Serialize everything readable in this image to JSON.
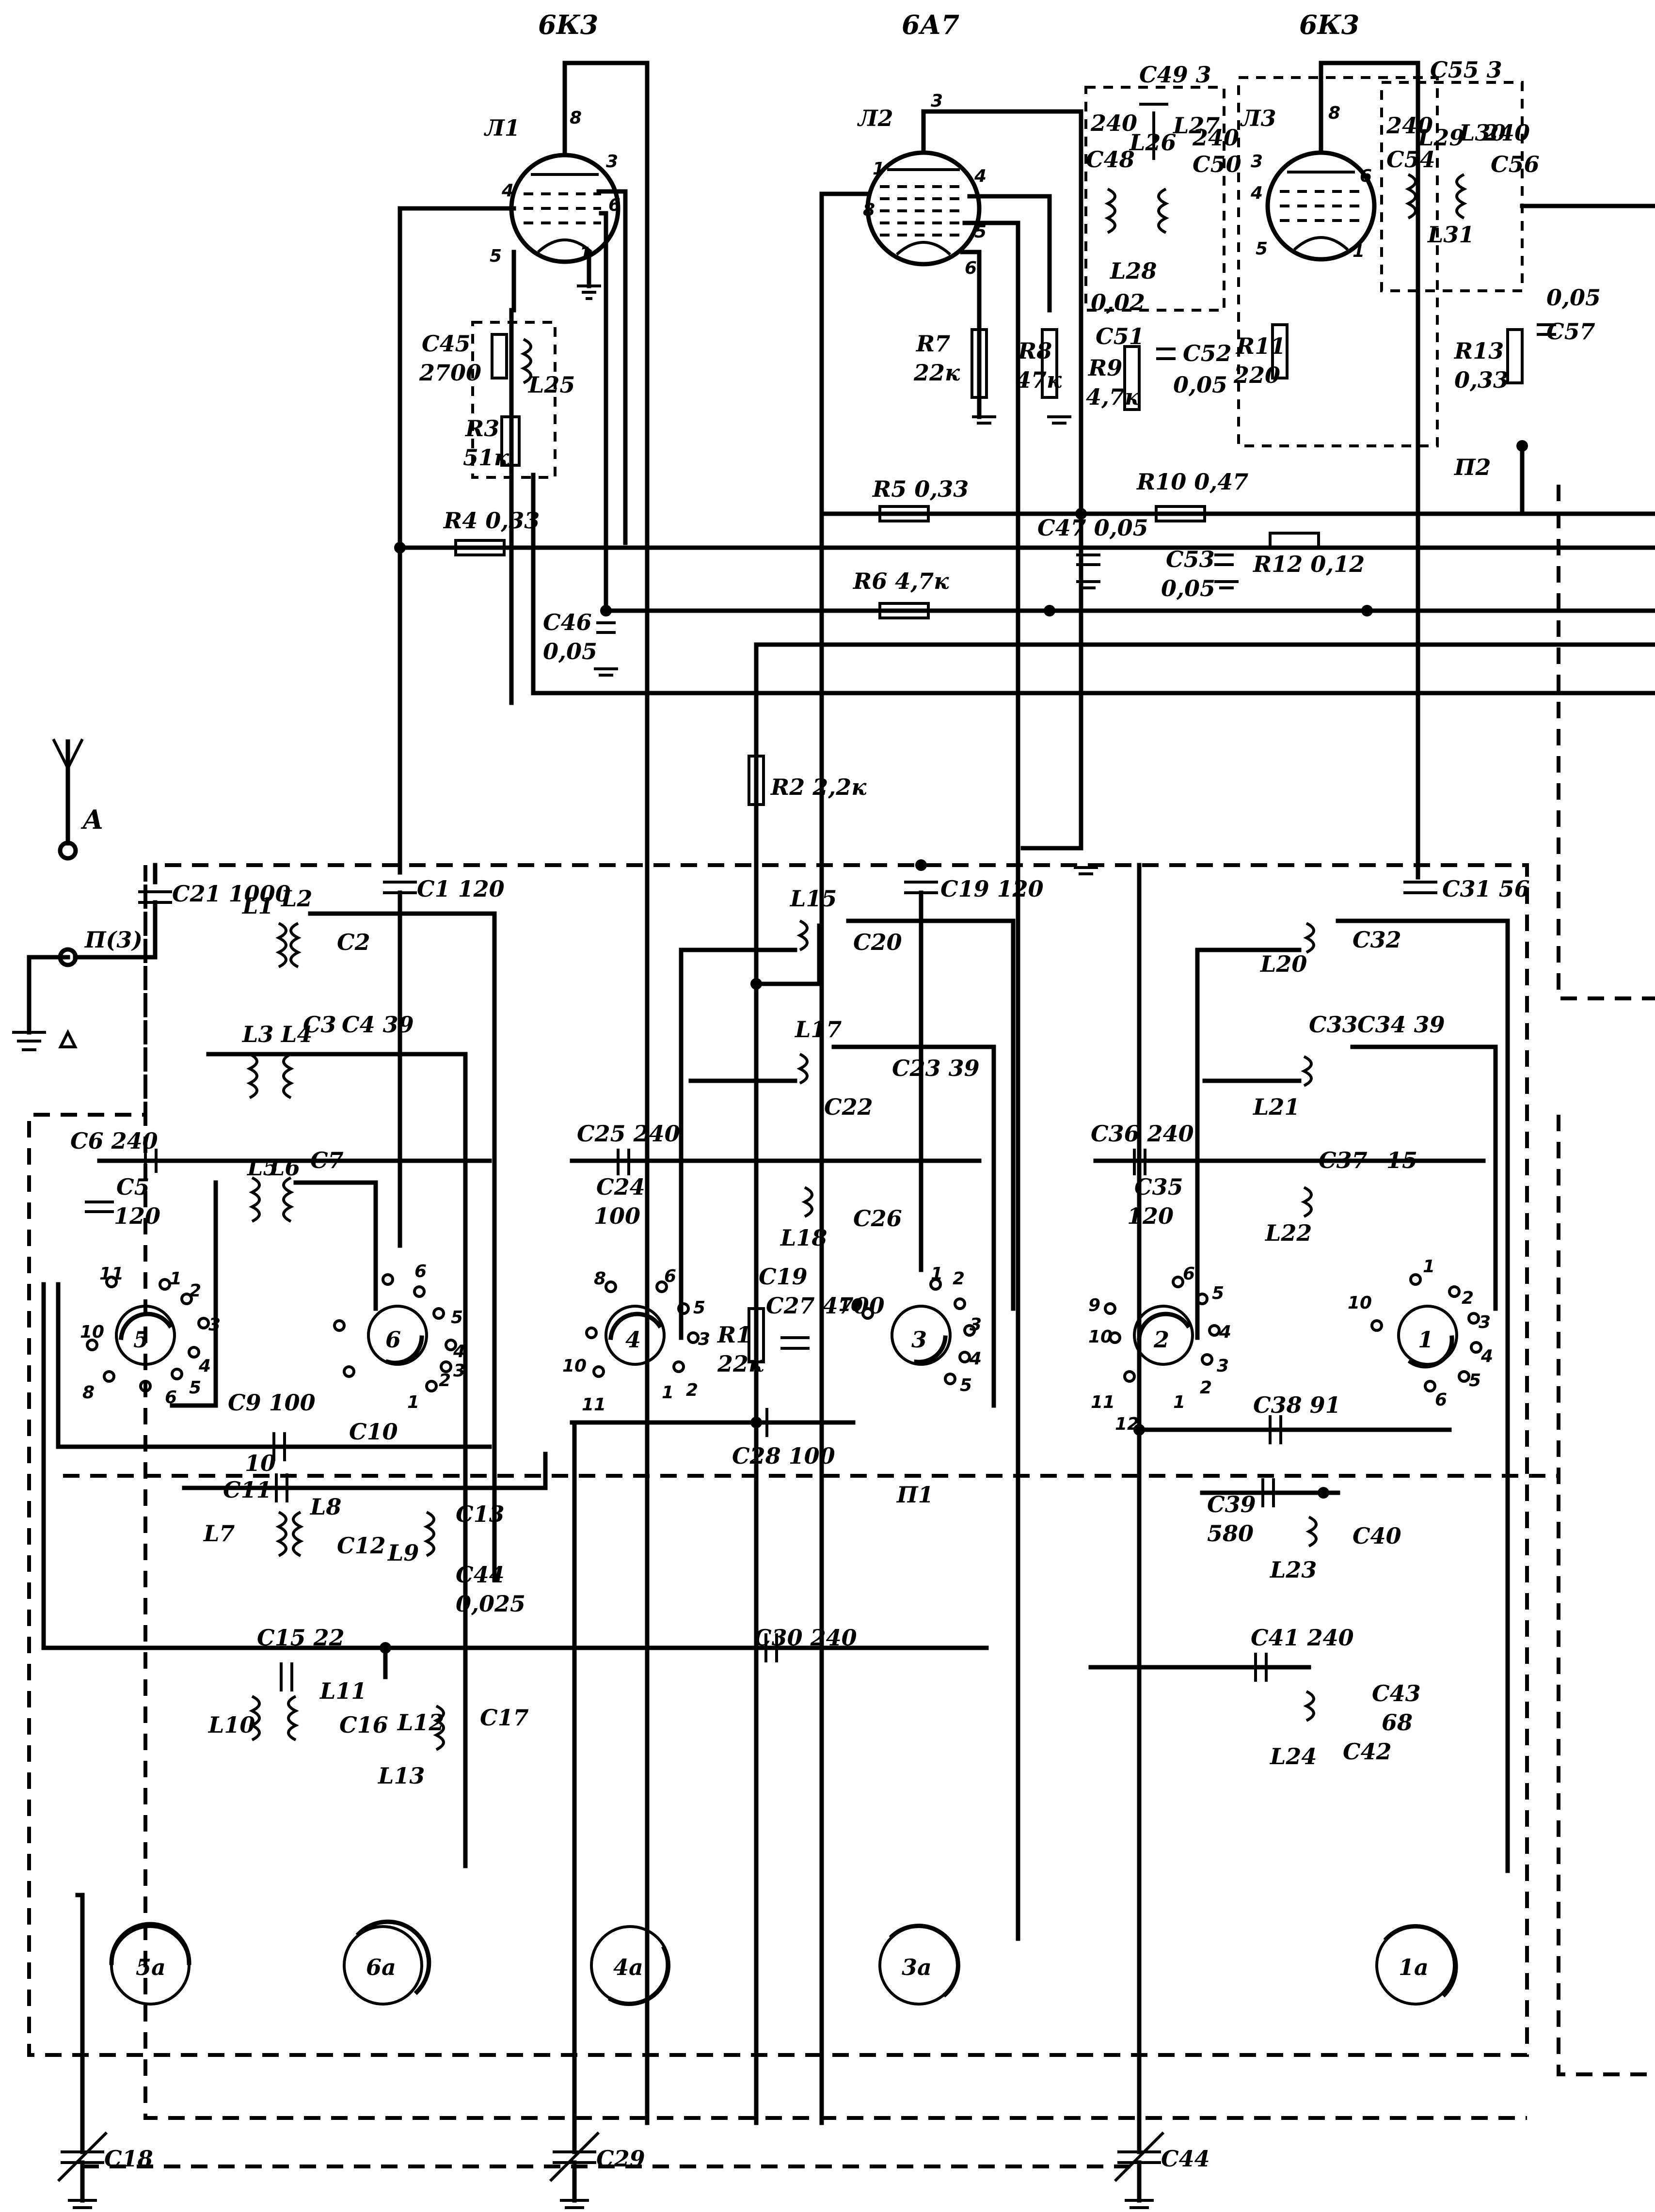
{
  "tubes": [
    {
      "ref": "Л1",
      "type": "6К3"
    },
    {
      "ref": "Л2",
      "type": "6А7"
    },
    {
      "ref": "Л3",
      "type": "6К3"
    }
  ],
  "connectors": {
    "antenna": "А",
    "ground_jack": "П(3)"
  },
  "switch_groups": [
    "П1",
    "П2"
  ],
  "components": [
    {
      "ref": "R1",
      "value": "22к"
    },
    {
      "ref": "R2",
      "value": "2,2к"
    },
    {
      "ref": "R3",
      "value": "51к"
    },
    {
      "ref": "R4",
      "value": "0,33"
    },
    {
      "ref": "R5",
      "value": "0,33"
    },
    {
      "ref": "R6",
      "value": "4,7к"
    },
    {
      "ref": "R7",
      "value": "22к"
    },
    {
      "ref": "R8",
      "value": "47к"
    },
    {
      "ref": "R9",
      "value": "4,7к"
    },
    {
      "ref": "R10",
      "value": "0,47"
    },
    {
      "ref": "R11",
      "value": "220"
    },
    {
      "ref": "R12",
      "value": "0,12"
    },
    {
      "ref": "R13",
      "value": "0,33"
    },
    {
      "ref": "C1",
      "value": "120"
    },
    {
      "ref": "C4",
      "value": "39"
    },
    {
      "ref": "C5",
      "value": "120"
    },
    {
      "ref": "C6",
      "value": "240"
    },
    {
      "ref": "C9",
      "value": "100"
    },
    {
      "ref": "C15",
      "value": "22"
    },
    {
      "ref": "C19",
      "value": "120"
    },
    {
      "ref": "C21",
      "value": "1000"
    },
    {
      "ref": "C23",
      "value": "39"
    },
    {
      "ref": "C24",
      "value": "100"
    },
    {
      "ref": "C25",
      "value": "240"
    },
    {
      "ref": "C27",
      "value": "4700"
    },
    {
      "ref": "C28",
      "value": "100"
    },
    {
      "ref": "C30",
      "value": "240"
    },
    {
      "ref": "C31",
      "value": "56"
    },
    {
      "ref": "C34",
      "value": "39"
    },
    {
      "ref": "C35",
      "value": "120"
    },
    {
      "ref": "C36",
      "value": "240"
    },
    {
      "ref": "C37",
      "value": "15"
    },
    {
      "ref": "C38",
      "value": "91"
    },
    {
      "ref": "C39",
      "value": "580"
    },
    {
      "ref": "C41",
      "value": "240"
    },
    {
      "ref": "C43",
      "value": "68"
    },
    {
      "ref": "C44",
      "value": "0,025"
    },
    {
      "ref": "C45",
      "value": "2700"
    },
    {
      "ref": "C46",
      "value": "0,05"
    },
    {
      "ref": "C47",
      "value": "0,05"
    },
    {
      "ref": "C49",
      "value": "3"
    },
    {
      "ref": "C51",
      "value": "0,02"
    },
    {
      "ref": "C52",
      "value": "0,05"
    },
    {
      "ref": "C53",
      "value": "0,05"
    },
    {
      "ref": "C55",
      "value": "3"
    },
    {
      "ref": "C57",
      "value": "0,05"
    }
  ],
  "labels": {
    "tube1_type": "6К3",
    "tube1_ref": "Л1",
    "tube2_type": "6А7",
    "tube2_ref": "Л2",
    "tube3_type": "6К3",
    "tube3_ref": "Л3",
    "antenna": "А",
    "jack": "П(3)",
    "switch_p1": "П1",
    "switch_p2": "П2",
    "C45": "C45",
    "C45v": "2700",
    "L25": "L25",
    "R3": "R3",
    "R3v": "51к",
    "R4": "R4 0,33",
    "R5": "R5 0,33",
    "R6": "R6 4,7к",
    "R7": "R7",
    "R7v": "22к",
    "R8": "R8",
    "R8v": "47к",
    "R9": "R9",
    "R9v": "4,7к",
    "R10": "R10 0,47",
    "R11": "R11",
    "R11v": "220",
    "R12": "R12 0,12",
    "R13": "R13",
    "R13v": "0,33",
    "R2": "R2 2,2к",
    "R1": "R1",
    "R1v": "22к",
    "C46": "C46",
    "C46v": "0,05",
    "C47": "C47 0,05",
    "C53": "C53",
    "C53v": "0,05",
    "C49": "C49 3",
    "C55": "C55 3",
    "v240a": "240",
    "v240b": "240",
    "v240c": "240",
    "v240d": "240",
    "C48": "C48",
    "C50": "C50",
    "C54": "C54",
    "C56": "C56",
    "L26": "L26",
    "L27": "L27",
    "L28": "L28",
    "L29": "L29",
    "L30": "L30",
    "L31": "L31",
    "C51": "C51",
    "C51v": "0,02",
    "C52": "C52",
    "C52v": "0,05",
    "C57": "C57",
    "C57v": "0,05",
    "C21": "C21 1000",
    "C1": "C1 120",
    "C19": "C19 120",
    "C31": "C31 56",
    "L1": "L1",
    "L2": "L2",
    "C2": "C2",
    "L3": "L3",
    "L4": "L4",
    "C3": "C3",
    "C4": "C4 39",
    "C6": "C6 240",
    "C5": "C5",
    "C5v": "120",
    "L5": "L5",
    "L6": "L6",
    "C7": "C7",
    "C9": "C9 100",
    "C10": "C10",
    "n10": "10",
    "C11": "C11",
    "L8": "L8",
    "L7": "L7",
    "C12": "C12",
    "L9": "L9",
    "C13": "C13",
    "C44": "C44",
    "C44v": "0,025",
    "C15": "C15 22",
    "L10": "L10",
    "L11": "L11",
    "C16": "C16",
    "L12": "L12",
    "C17": "C17",
    "L13": "L13",
    "L15": "L15",
    "C20": "C20",
    "L17": "L17",
    "C23": "C23 39",
    "C22": "C22",
    "C25": "C25 240",
    "C24": "C24",
    "C24v": "100",
    "L18": "L18",
    "C26": "C26",
    "C19b": "C19",
    "C27": "C27 4700",
    "C28": "C28 100",
    "C30": "C30 240",
    "L20": "L20",
    "C32": "C32",
    "C33": "C33",
    "C34": "C34 39",
    "L21": "L21",
    "C36": "C36 240",
    "C35": "C35",
    "C35v": "120",
    "C37": "C37",
    "C37v": "15",
    "L22": "L22",
    "C38": "C38 91",
    "C39": "C39",
    "C39v": "580",
    "C40": "C40",
    "L23": "L23",
    "C41": "C41 240",
    "C43": "C43",
    "C43v": "68",
    "L24": "L24",
    "C42": "C42",
    "C18": "C18",
    "C29": "C29",
    "C44b": "C44",
    "sw5": "5",
    "sw6": "6",
    "sw4": "4",
    "sw3": "3",
    "sw2": "2",
    "sw1": "1",
    "sw5a": "5а",
    "sw6a": "6а",
    "sw4a": "4а",
    "sw3a": "3а",
    "sw1a": "1а"
  }
}
